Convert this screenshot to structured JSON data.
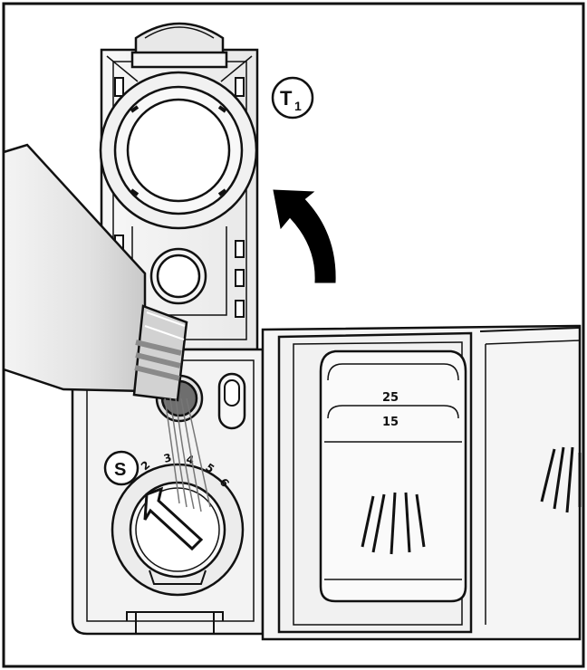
{
  "callouts": {
    "t1_main": "T",
    "t1_sub": "1",
    "s": "S"
  },
  "detergent_scale": {
    "upper": "25",
    "lower": "15"
  },
  "dial_settings": [
    "2",
    "3",
    "4",
    "5",
    "6"
  ],
  "colors": {
    "line": "#111111",
    "panel": "#f2f2f2",
    "panel_dark": "#d8d8d8",
    "bottle": "#e6e6e6",
    "bottle_shadow": "#bdbdbd",
    "cap": "#8a8a8a",
    "arrow": "#000000",
    "background": "#ffffff"
  },
  "icons": [
    "curved-arrow-icon",
    "detergent-bottle-icon",
    "rinse-aid-dial-icon",
    "spray-lines-icon"
  ]
}
